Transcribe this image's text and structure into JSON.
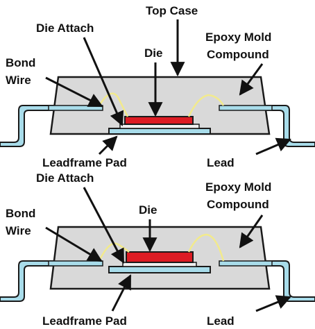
{
  "colors": {
    "case_fill": "#d9d9d9",
    "case_stroke": "#1a1a1a",
    "lead_fill": "#a8dcea",
    "lead_stroke": "#1a1a1a",
    "die_fill": "#dd1c24",
    "die_stroke": "#1a1a1a",
    "pad_fill": "#a8dcea",
    "wire": "#f2ea8c",
    "arrow": "#111111",
    "text": "#111111"
  },
  "diagrams": [
    {
      "labels": {
        "top_case": "Top Case",
        "die_attach": "Die Attach",
        "die": "Die",
        "epoxy_line1": "Epoxy Mold",
        "epoxy_line2": "Compound",
        "bond_line1": "Bond",
        "bond_line2": "Wire",
        "leadframe_pad": "Leadframe Pad",
        "lead": "Lead"
      }
    },
    {
      "labels": {
        "die_attach": "Die Attach",
        "die": "Die",
        "epoxy_line1": "Epoxy Mold",
        "epoxy_line2": "Compound",
        "bond_line1": "Bond",
        "bond_line2": "Wire",
        "leadframe_pad": "Leadframe Pad",
        "lead": "Lead"
      }
    }
  ]
}
